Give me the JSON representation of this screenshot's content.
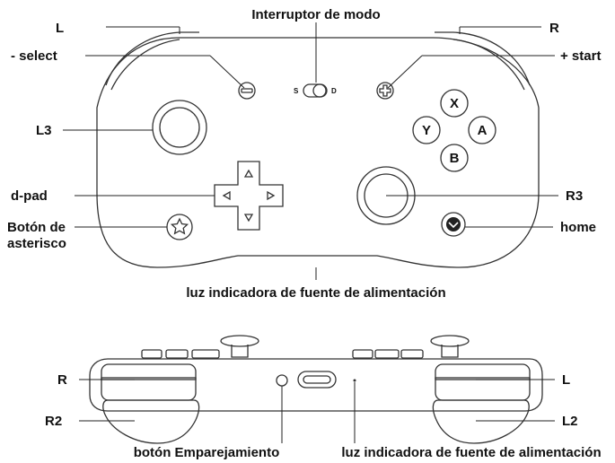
{
  "labels": {
    "l_top": "L",
    "r_top": "R",
    "mode_switch": "Interruptor de modo",
    "select": "- select",
    "start": "+ start",
    "l3": "L3",
    "dpad": "d-pad",
    "r3": "R3",
    "asterisk_line1": "Botón de",
    "asterisk_line2": "asterisco",
    "home": "home",
    "power_light_top": "luz indicadora de fuente de alimentación",
    "r_side": "R",
    "r2": "R2",
    "l_side": "L",
    "l2": "L2",
    "pairing_button": "botón Emparejamiento",
    "power_light_bottom": "luz indicadora de fuente de alimentación"
  },
  "face_buttons": {
    "x": "X",
    "y": "Y",
    "a": "A",
    "b": "B"
  },
  "mode_switch_positions": {
    "left": "S",
    "right": "D"
  },
  "colors": {
    "outline": "#333333",
    "text": "#111111",
    "background": "#ffffff"
  },
  "icons": [
    "minus-icon",
    "plus-icon",
    "star-icon",
    "home-icon",
    "dpad-arrow-icons"
  ]
}
